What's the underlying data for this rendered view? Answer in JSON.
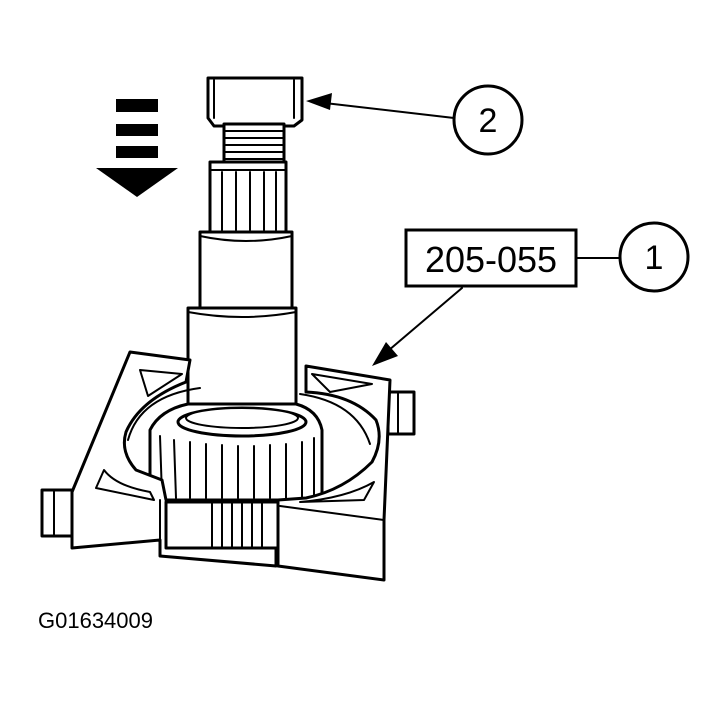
{
  "callouts": {
    "tool_number": "205-055",
    "callout_1": "1",
    "callout_2": "2"
  },
  "figure_code": "G01634009",
  "colors": {
    "line": "#000000",
    "background": "#ffffff"
  },
  "icons": {
    "direction": "press-down-arrow-icon"
  }
}
